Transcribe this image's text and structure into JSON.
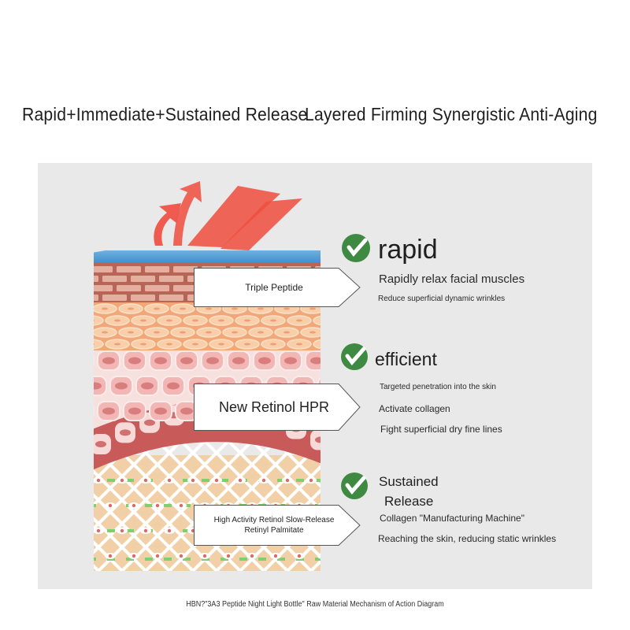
{
  "headline": {
    "left": "Rapid+Immediate+Sustained Release",
    "right": "Layered Firming Synergistic Anti-Aging"
  },
  "callouts": {
    "top": "Triple Peptide",
    "middle": "New Retinol HPR",
    "bottom": "High Activity Retinol Slow-Release Retinyl Palmitate"
  },
  "features": {
    "rapid": {
      "title": "rapid",
      "line1": "Rapidly relax facial muscles",
      "line2": "Reduce superficial dynamic wrinkles"
    },
    "efficient": {
      "title": "efficient",
      "line1": "Targeted penetration into the skin",
      "line2": "Activate collagen",
      "line3": "Fight superficial dry fine lines"
    },
    "sustained": {
      "title_line1": "Sustained",
      "title_line2": "Release",
      "line1": "Collagen \"Manufacturing Machine\"",
      "line2": "Reaching the skin, reducing static wrinkles"
    }
  },
  "caption": "HBN?\"3A3 Peptide Night Light Bottle\" Raw Material Mechanism of Action Diagram",
  "colors": {
    "check_green": "#3e8a43",
    "arrow_red": "#ef4d3e",
    "water_blue": "#5da6d6"
  }
}
